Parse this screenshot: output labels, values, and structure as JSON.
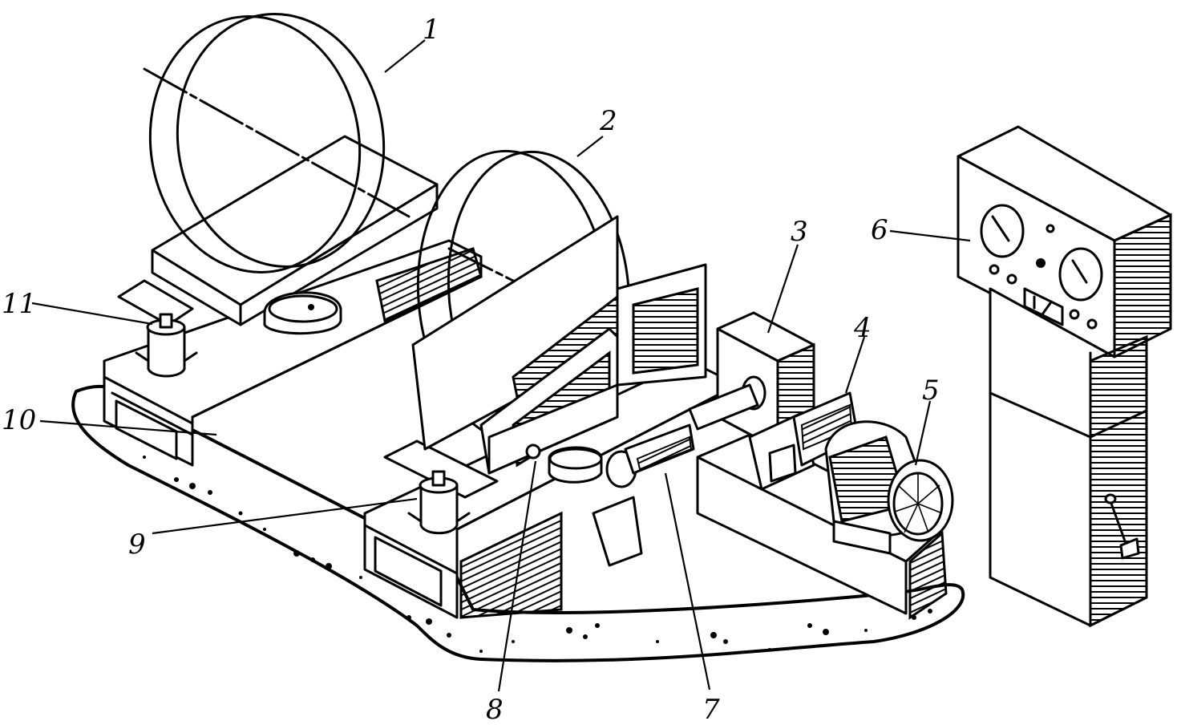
{
  "callouts": [
    {
      "id": "1",
      "text": "1"
    },
    {
      "id": "2",
      "text": "2"
    },
    {
      "id": "3",
      "text": "3"
    },
    {
      "id": "4",
      "text": "4"
    },
    {
      "id": "5",
      "text": "5"
    },
    {
      "id": "6",
      "text": "6"
    },
    {
      "id": "7",
      "text": "7"
    },
    {
      "id": "8",
      "text": "8"
    },
    {
      "id": "9",
      "text": "9"
    },
    {
      "id": "10",
      "text": "10"
    },
    {
      "id": "11",
      "text": "11"
    }
  ],
  "colors": {
    "ink": "#000000",
    "paper": "#ffffff"
  }
}
